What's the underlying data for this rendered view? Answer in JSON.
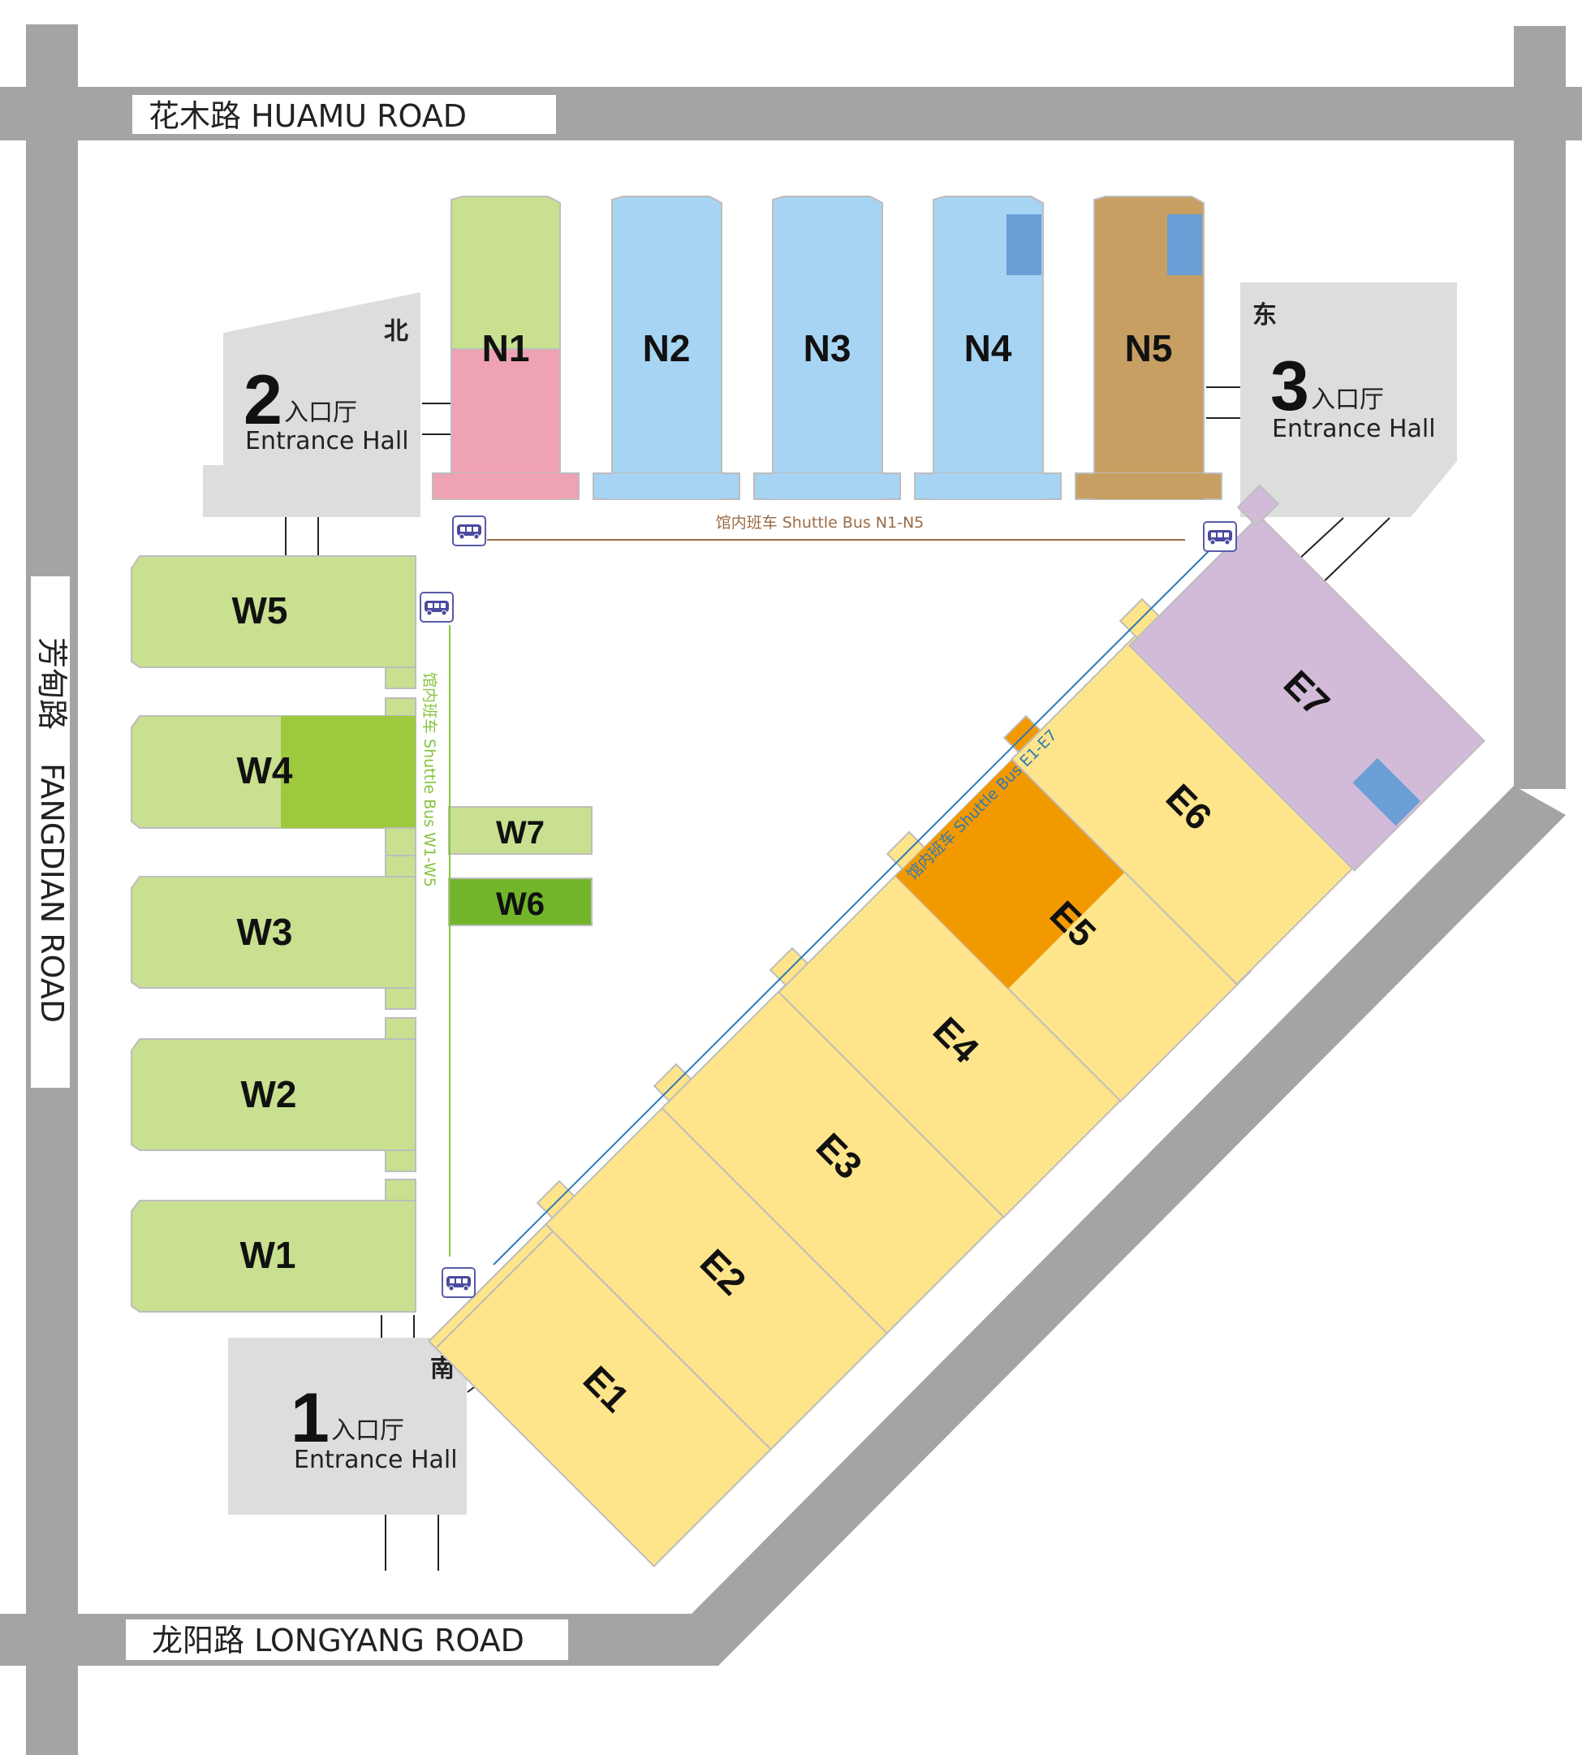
{
  "roads": {
    "north": "花木路  HUAMU ROAD",
    "south": "龙阳路  LONGYANG ROAD",
    "west_cn": "芳甸路",
    "west_en": "FANGDIAN ROAD"
  },
  "entrances": [
    {
      "id": "entrance-1",
      "number": "1",
      "cn": "入口厅",
      "en": "Entrance Hall",
      "direction": "南"
    },
    {
      "id": "entrance-2",
      "number": "2",
      "cn": "入口厅",
      "en": "Entrance Hall",
      "direction": "北"
    },
    {
      "id": "entrance-3",
      "number": "3",
      "cn": "入口厅",
      "en": "Entrance Hall",
      "direction": "东"
    }
  ],
  "halls": {
    "north": [
      "N1",
      "N2",
      "N3",
      "N4",
      "N5"
    ],
    "west": [
      "W5",
      "W4",
      "W3",
      "W2",
      "W1"
    ],
    "west_small": [
      "W7",
      "W6"
    ],
    "east": [
      "E1",
      "E2",
      "E3",
      "E4",
      "E5",
      "E6",
      "E7"
    ]
  },
  "shuttles": {
    "north": "馆内班车 Shuttle Bus N1-N5",
    "west": "馆内班车 Shuttle Bus W1-W5",
    "east": "馆内班车 Shuttle Bus  E1-E7"
  },
  "colors": {
    "road": "#a3a5a4",
    "entrance": "#dcdddd",
    "green_light": "#c8e08f",
    "green_mid": "#9dc93e",
    "green_dark": "#72b52a",
    "blue": "#a7d4f2",
    "blue_dark": "#6a9ed6",
    "pink": "#eea2b3",
    "brown": "#c79f63",
    "yellow": "#fee48a",
    "orange": "#f39900",
    "purple": "#d2bbd9",
    "outline": "#bdbdbd",
    "shuttle_north": "#9a6b46",
    "shuttle_west": "#86c441",
    "shuttle_east": "#2d7ab7",
    "bus_icon": "#4a4aa0"
  }
}
